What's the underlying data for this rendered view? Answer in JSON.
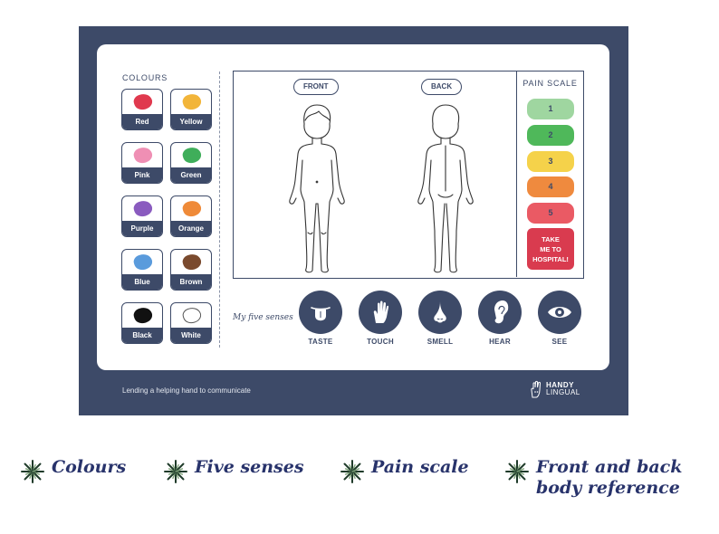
{
  "colours": {
    "title": "COLOURS",
    "items": [
      {
        "label": "Red",
        "color": "#e0394e"
      },
      {
        "label": "Yellow",
        "color": "#f2b53a"
      },
      {
        "label": "Pink",
        "color": "#ef8fb4"
      },
      {
        "label": "Green",
        "color": "#3fae5a"
      },
      {
        "label": "Purple",
        "color": "#8a5bbf"
      },
      {
        "label": "Orange",
        "color": "#ef8a38"
      },
      {
        "label": "Blue",
        "color": "#5a9bdc"
      },
      {
        "label": "Brown",
        "color": "#7a4a2e"
      },
      {
        "label": "Black",
        "color": "#111111"
      },
      {
        "label": "White",
        "color": "#ffffff"
      }
    ]
  },
  "body": {
    "front_label": "FRONT",
    "back_label": "BACK"
  },
  "pain_scale": {
    "title": "PAIN SCALE",
    "levels": [
      {
        "label": "1",
        "color": "#9fd6a0"
      },
      {
        "label": "2",
        "color": "#4fb85a"
      },
      {
        "label": "3",
        "color": "#f5d24a"
      },
      {
        "label": "4",
        "color": "#ef8a3e"
      },
      {
        "label": "5",
        "color": "#ea5a64"
      }
    ],
    "hospital": {
      "label": "TAKE\nME TO\nHOSPITAL!",
      "color": "#d93b4f"
    }
  },
  "senses": {
    "title": "My five senses",
    "items": [
      {
        "label": "TASTE",
        "icon": "tongue-icon"
      },
      {
        "label": "TOUCH",
        "icon": "hand-icon"
      },
      {
        "label": "SMELL",
        "icon": "nose-icon"
      },
      {
        "label": "HEAR",
        "icon": "ear-icon"
      },
      {
        "label": "SEE",
        "icon": "eye-icon"
      }
    ]
  },
  "footer": {
    "tagline": "Lending a helping hand to communicate",
    "brand_line1": "HANDY",
    "brand_line2": "LINGUAL"
  },
  "features": [
    {
      "text": "Colours"
    },
    {
      "text": "Five senses"
    },
    {
      "text": "Pain scale"
    },
    {
      "text": "Front and back\nbody reference"
    }
  ],
  "theme": {
    "navy": "#3d4a68",
    "feature_text": "#28336b",
    "star": "#1f3b2a"
  }
}
